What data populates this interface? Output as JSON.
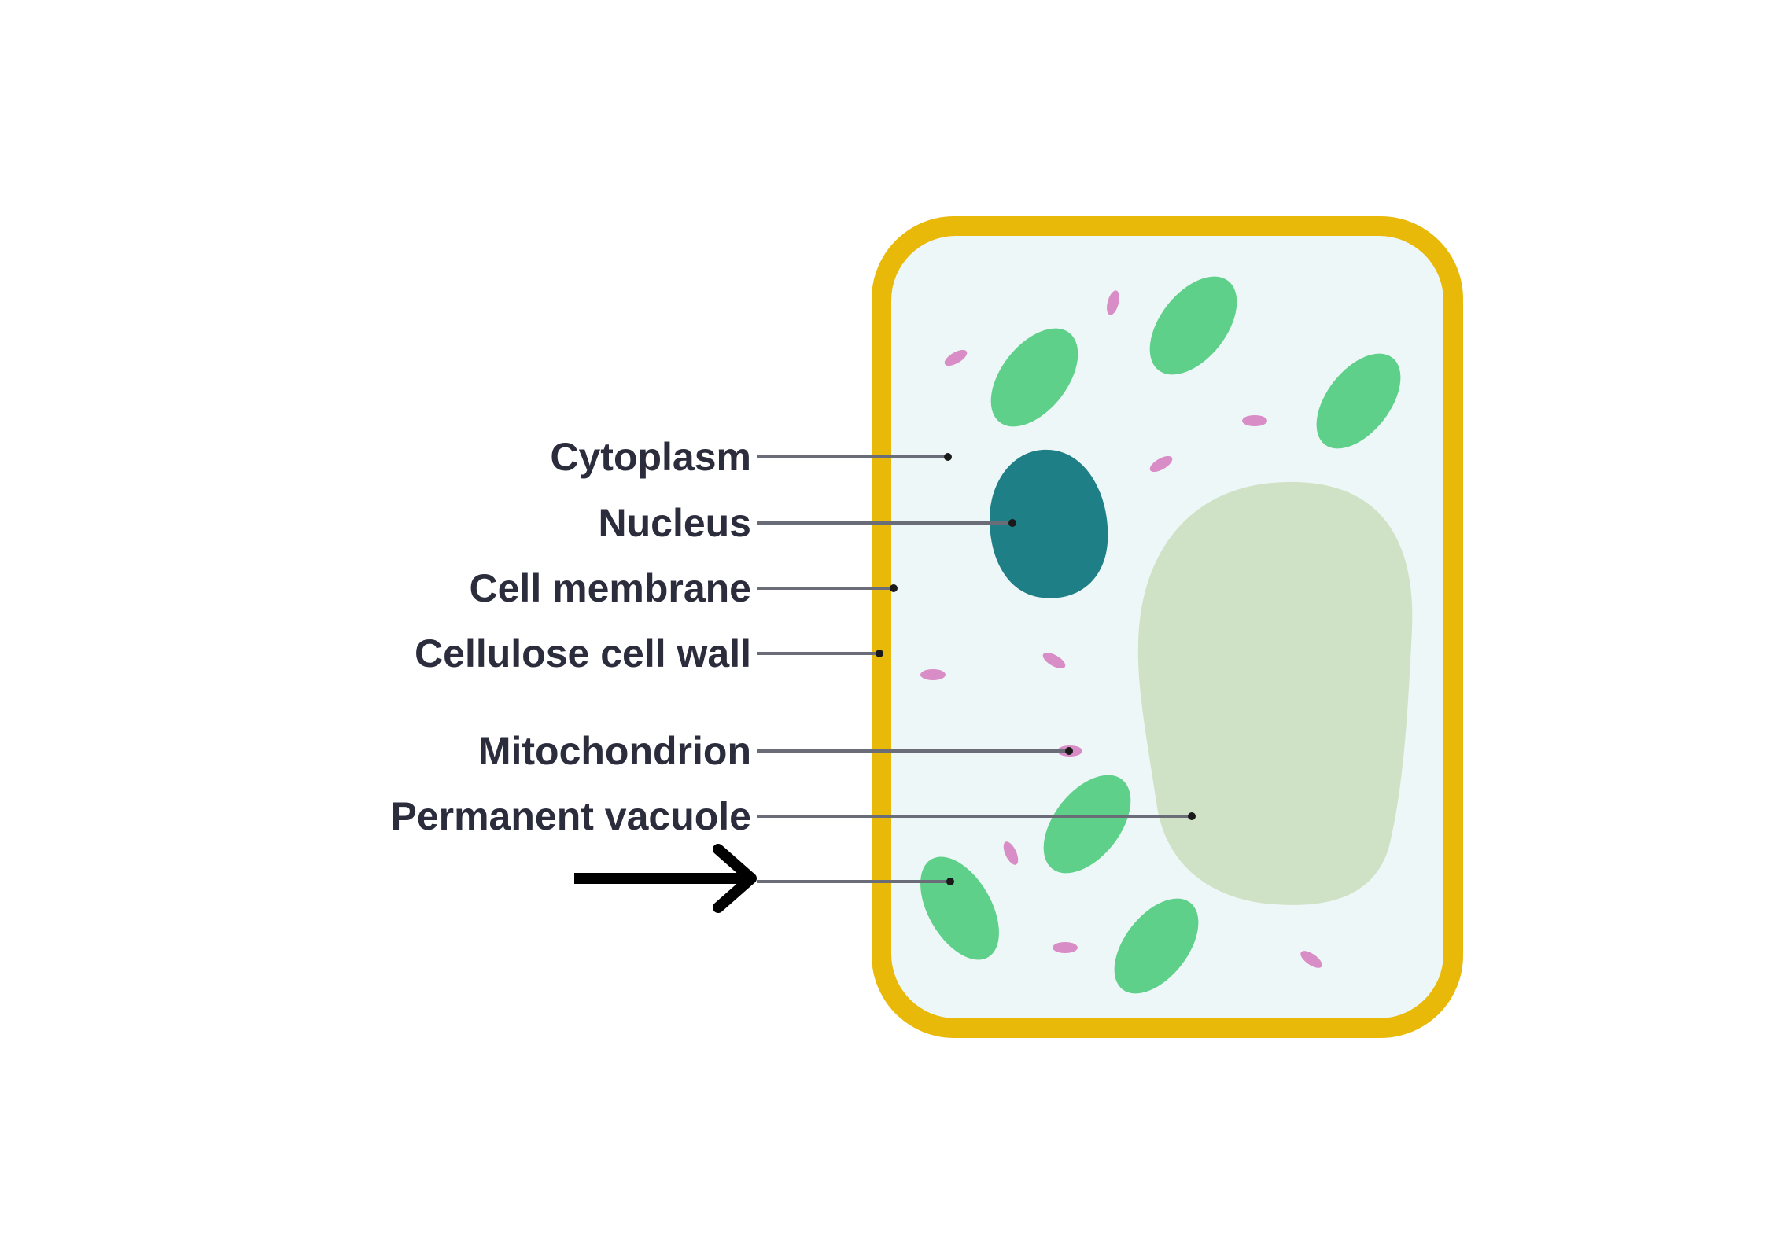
{
  "diagram": {
    "labels": [
      {
        "text": "Cytoplasm"
      },
      {
        "text": "Nucleus"
      },
      {
        "text": "Cell membrane"
      },
      {
        "text": "Cellulose cell wall"
      },
      {
        "text": "Mitochondrion"
      },
      {
        "text": "Permanent vacuole"
      },
      {
        "text": ""
      }
    ],
    "colors": {
      "cell_wall": "#e9b90a",
      "cytoplasm": "#eef7f8",
      "nucleus": "#1f7f86",
      "chloroplast": "#5fd08a",
      "vacuole": "#cfe2c6",
      "mitochondrion": "#d98dc6",
      "arrow": "#000000"
    }
  }
}
